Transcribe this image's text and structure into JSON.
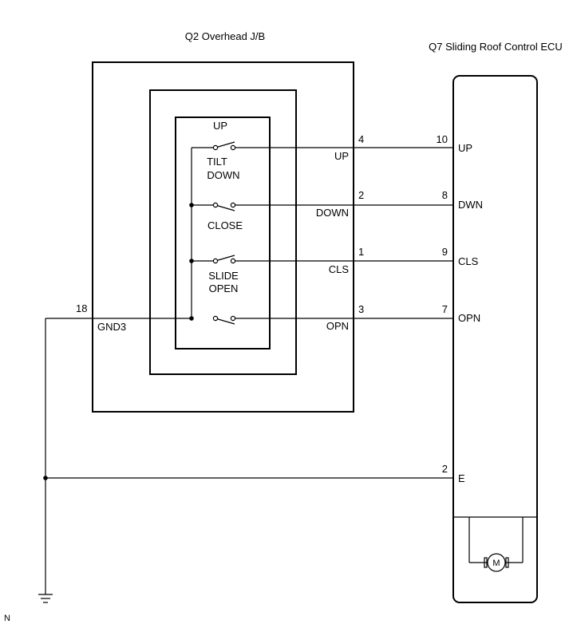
{
  "junction_block": {
    "title": "Q2 Overhead J/B",
    "switch_group_label": "UP",
    "switch_labels": [
      "TILT",
      "DOWN",
      "CLOSE",
      "SLIDE",
      "OPEN"
    ],
    "ground_label": "GND3",
    "ground_pin": "18",
    "outputs": [
      {
        "pin": "4",
        "label": "UP"
      },
      {
        "pin": "2",
        "label": "DOWN"
      },
      {
        "pin": "1",
        "label": "CLS"
      },
      {
        "pin": "3",
        "label": "OPN"
      }
    ]
  },
  "ecu": {
    "title": "Q7 Sliding Roof Control ECU",
    "pins": [
      {
        "pin": "10",
        "label": "UP"
      },
      {
        "pin": "8",
        "label": "DWN"
      },
      {
        "pin": "9",
        "label": "CLS"
      },
      {
        "pin": "7",
        "label": "OPN"
      },
      {
        "pin": "2",
        "label": "E"
      }
    ],
    "motor_label": "M"
  },
  "footnote": "N"
}
